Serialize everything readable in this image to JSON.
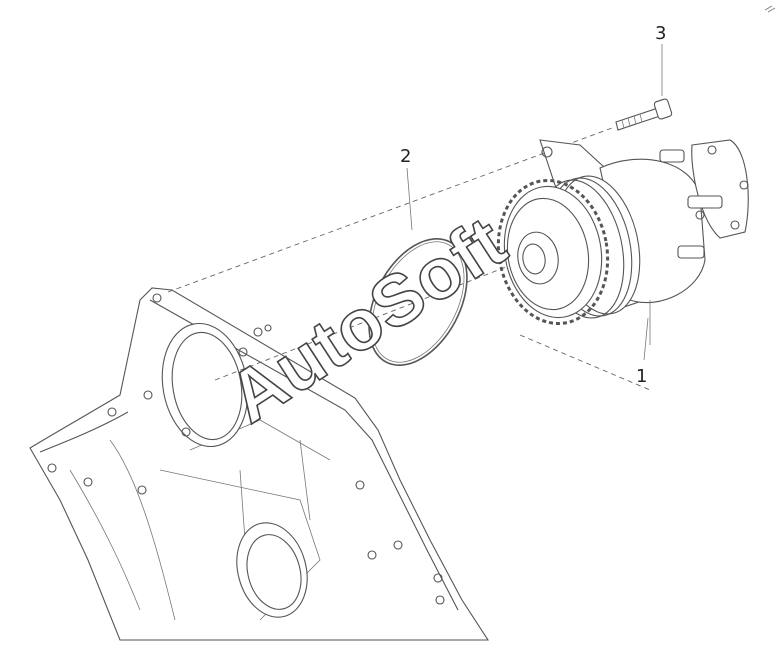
{
  "diagram": {
    "callouts": [
      {
        "id": "1",
        "label": "1"
      },
      {
        "id": "2",
        "label": "2"
      },
      {
        "id": "3",
        "label": "3"
      }
    ],
    "watermark": "AutoSoft",
    "colors": {
      "line": "#555555",
      "background": "#ffffff"
    }
  }
}
